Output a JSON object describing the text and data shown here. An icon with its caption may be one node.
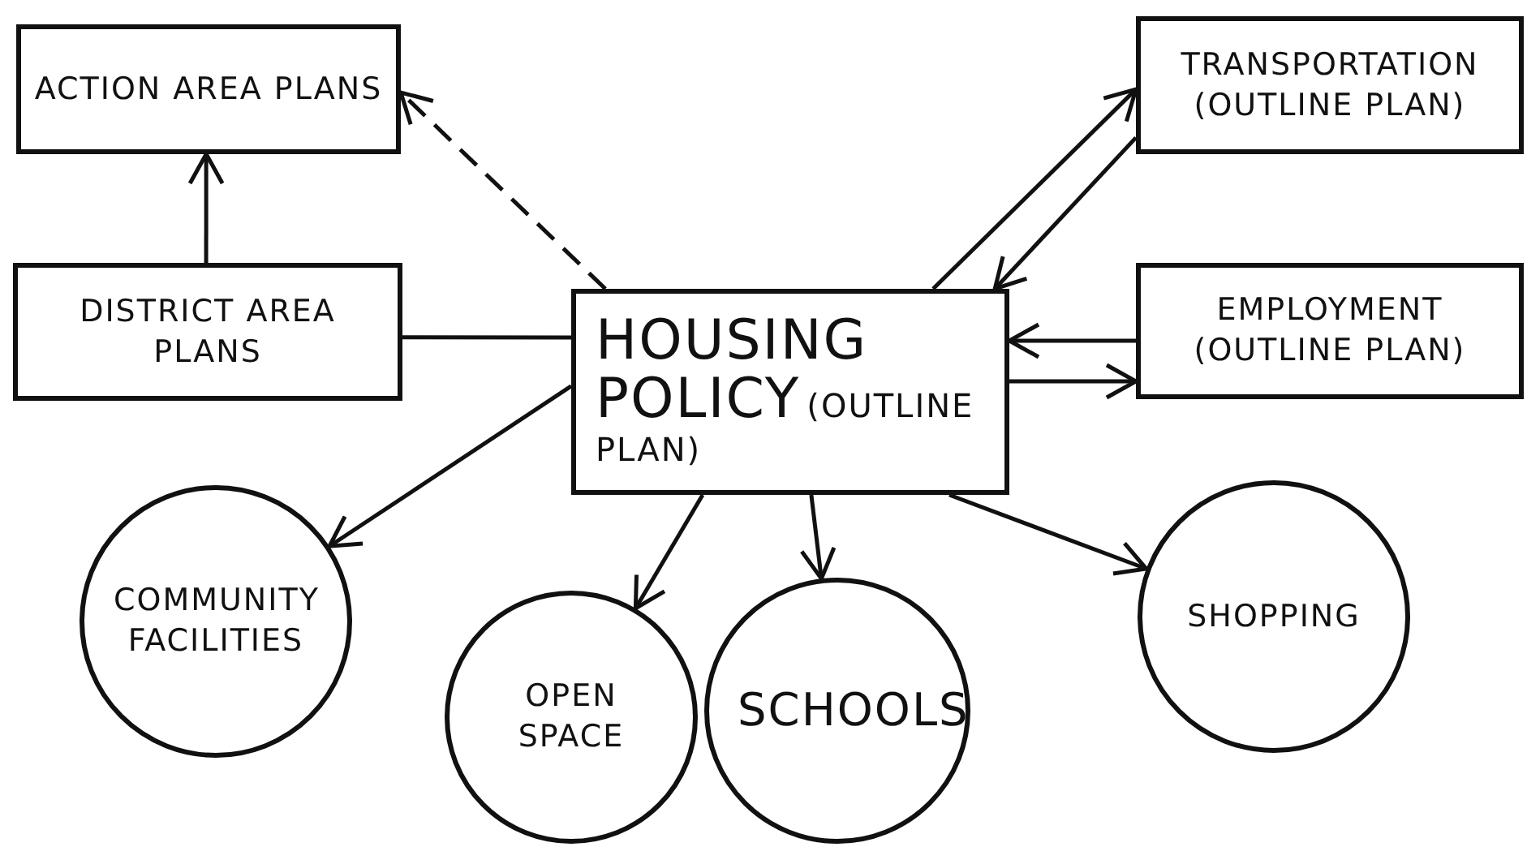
{
  "diagram": {
    "nodes": [
      {
        "text": [
          "ACTION AREA PLANS"
        ]
      },
      {
        "text": [
          "TRANSPORTATION (OUTLINE PLAN)"
        ]
      },
      {
        "text": [
          "DISTRICT AREA PLANS"
        ]
      },
      {
        "text": [
          "HOUSING POLICY",
          "(OUTLINE PLAN)"
        ]
      },
      {
        "text": [
          "EMPLOYMENT (OUTLINE PLAN)"
        ]
      },
      {
        "text": [
          "COMMUNITY FACILITIES"
        ]
      },
      {
        "text": [
          "OPEN SPACE"
        ]
      },
      {
        "text": [
          "SCHOOLS"
        ]
      },
      {
        "text": [
          "SHOPPING"
        ]
      }
    ],
    "edges": [
      {
        "from": 3,
        "to": 0,
        "arrow": "to",
        "style": "dashed"
      },
      {
        "from": 2,
        "to": 0,
        "arrow": "to"
      },
      {
        "from": 2,
        "to": 3,
        "arrow": "none"
      },
      {
        "from": 3,
        "to": 1,
        "arrow": "to"
      },
      {
        "from": 1,
        "to": 3,
        "arrow": "to"
      },
      {
        "from": 4,
        "to": 3,
        "arrow": "to"
      },
      {
        "from": 3,
        "to": 4,
        "arrow": "to"
      },
      {
        "from": 3,
        "to": 5,
        "arrow": "to"
      },
      {
        "from": 3,
        "to": 6,
        "arrow": "to"
      },
      {
        "from": 3,
        "to": 7,
        "arrow": "to"
      },
      {
        "from": 3,
        "to": 8,
        "arrow": "to"
      }
    ]
  }
}
